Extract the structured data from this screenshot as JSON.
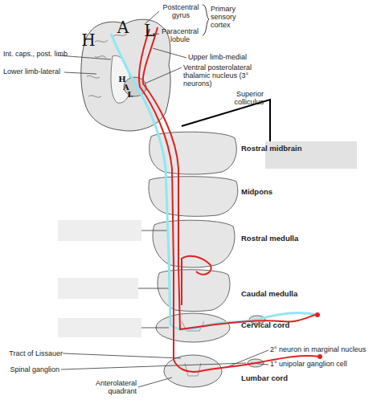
{
  "diagram": {
    "labels": [
      "A",
      "L",
      "H",
      "Postcentral gyrus",
      "Paracentral lobule",
      "Primary sensory cortex",
      "Int. caps., post. limb",
      "Lower limb-lateral",
      "H",
      "A",
      "L",
      "Upper limb-medial",
      "Ventral posterolateral thalamic nucleus (3° neurons)",
      "Superior colliculus",
      "Rostral midbrain",
      "Midpons",
      "Rostral medulla",
      "Caudal medulla",
      "Cervical cord",
      "2° neuron in marginal nucleus",
      "1° unipolar ganglion cell",
      "Lumbar cord",
      "Tract of Lissauer",
      "Spinal ganglion",
      "Anterolateral quadrant"
    ]
  }
}
